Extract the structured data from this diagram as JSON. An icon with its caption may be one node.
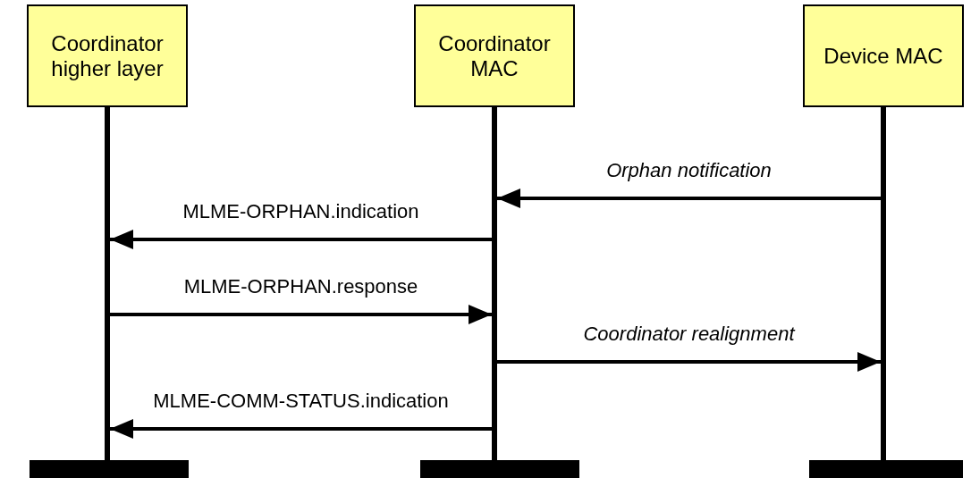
{
  "diagram": {
    "nodes": [
      {
        "text": [
          "Coordinator higher layer"
        ]
      },
      {
        "text": [
          "Coordinator MAC"
        ]
      },
      {
        "text": [
          "Device MAC"
        ]
      },
      {
        "text": [],
        "shape": "line"
      },
      {
        "text": [],
        "shape": "line"
      },
      {
        "text": [],
        "shape": "line"
      },
      {
        "text": [],
        "shape": "bar"
      },
      {
        "text": [],
        "shape": "bar"
      },
      {
        "text": [],
        "shape": "bar"
      }
    ],
    "edges": [
      {
        "from": 5,
        "to": 4,
        "arrow": "to",
        "label": "Orphan notification"
      },
      {
        "from": 4,
        "to": 3,
        "arrow": "to",
        "label": "MLME-ORPHAN.indication"
      },
      {
        "from": 3,
        "to": 4,
        "arrow": "to",
        "label": "MLME-ORPHAN.response"
      },
      {
        "from": 4,
        "to": 5,
        "arrow": "to",
        "label": "Coordinator realignment"
      },
      {
        "from": 4,
        "to": 3,
        "arrow": "to",
        "label": "MLME-COMM-STATUS.indication"
      }
    ]
  }
}
